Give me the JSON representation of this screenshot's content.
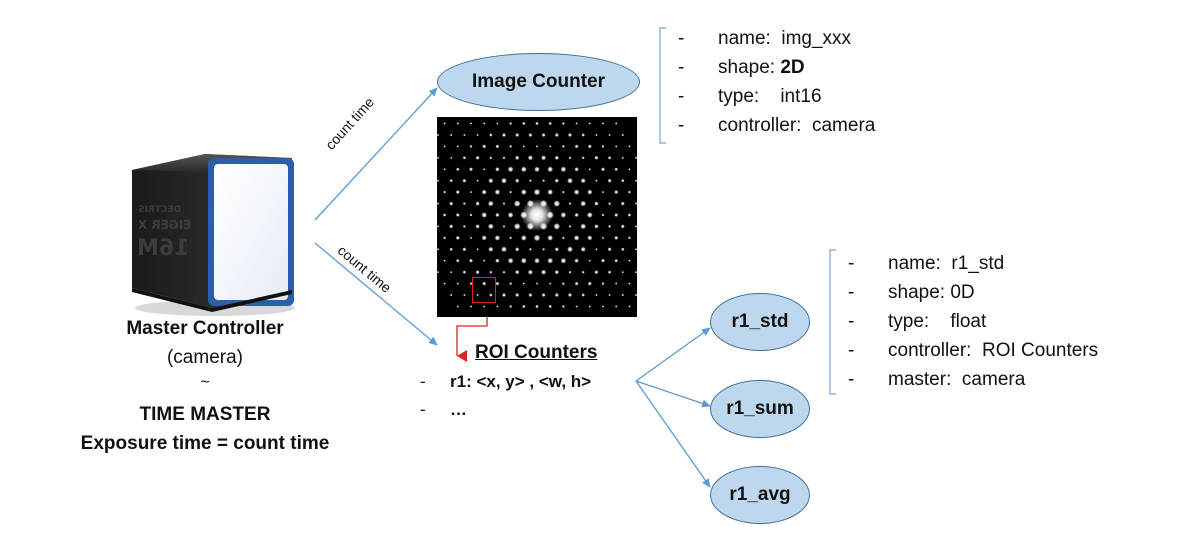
{
  "master": {
    "title": "Master Controller",
    "subtitle": "(camera)",
    "tilde": "~",
    "role": "TIME MASTER",
    "exposure": "Exposure time = count time",
    "camera_text": {
      "brand": "DECTRIS",
      "model": "EIGER X",
      "size": "16M"
    }
  },
  "arrows": {
    "upper_label": "count time",
    "lower_label": "count time"
  },
  "image_counter": {
    "label": "Image Counter",
    "properties": [
      {
        "dash": "-",
        "key": "name:",
        "value": "img_xxx",
        "bold_value": false
      },
      {
        "dash": "-",
        "key": "shape:",
        "value": "2D",
        "bold_value": true
      },
      {
        "dash": "-",
        "key": "type:",
        "value": "int16",
        "bold_value": false
      },
      {
        "dash": "-",
        "key": "controller:",
        "value": "camera",
        "bold_value": false
      }
    ]
  },
  "roi": {
    "title": "ROI Counters",
    "items": [
      {
        "dash": "-",
        "value": "r1:  <x, y> , <w, h>"
      },
      {
        "dash": "-",
        "value": "…"
      }
    ],
    "counters": [
      "r1_std",
      "r1_sum",
      "r1_avg"
    ],
    "properties": [
      {
        "dash": "-",
        "key": "name:",
        "value": "r1_std"
      },
      {
        "dash": "-",
        "key": "shape:",
        "value": "0D"
      },
      {
        "dash": "-",
        "key": "type:",
        "value": "float"
      },
      {
        "dash": "-",
        "key": "controller:",
        "value": "ROI Counters"
      },
      {
        "dash": "-",
        "key": "master:",
        "value": "camera"
      }
    ]
  },
  "colors": {
    "ellipse_fill": "#bdd7ee",
    "ellipse_stroke": "#41719c",
    "arrow": "#5b9bd5",
    "roi_highlight": "#e02020",
    "bracket": "#8fb0d6"
  }
}
